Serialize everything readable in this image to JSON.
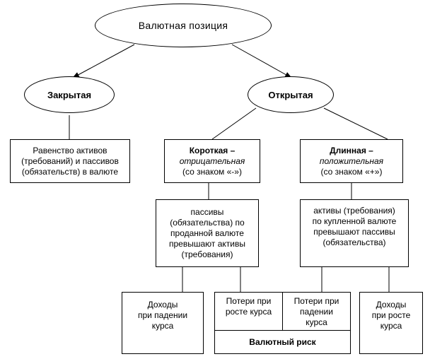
{
  "root": {
    "label": "Валютная  позиция"
  },
  "closed": {
    "label": "Закрытая",
    "description": "Равенство  активов\n(требований) и пассивов\n(обязательств) в валюте"
  },
  "open": {
    "label": "Открытая"
  },
  "short": {
    "title": "Короткая –",
    "subtitle": "отрицательная",
    "sign": "(со знаком «-»)",
    "description": "пассивы\n(обязательства) по\nпроданной валюте\nпревышают активы\n(требования)"
  },
  "long": {
    "title": "Длинная –",
    "subtitle": "положительная",
    "sign": "(со знаком «+»)",
    "description": "активы (требования)\nпо купленной валюте\nпревышают пассивы\n(обязательства)"
  },
  "outcomes": {
    "short_gain": "Доходы\nпри падении\nкурса",
    "short_loss": "Потери при\nросте курса",
    "long_loss": "Потери при\nпадении\nкурса",
    "long_gain": "Доходы\nпри росте\nкурса"
  },
  "risk": {
    "label": "Валютный риск"
  }
}
